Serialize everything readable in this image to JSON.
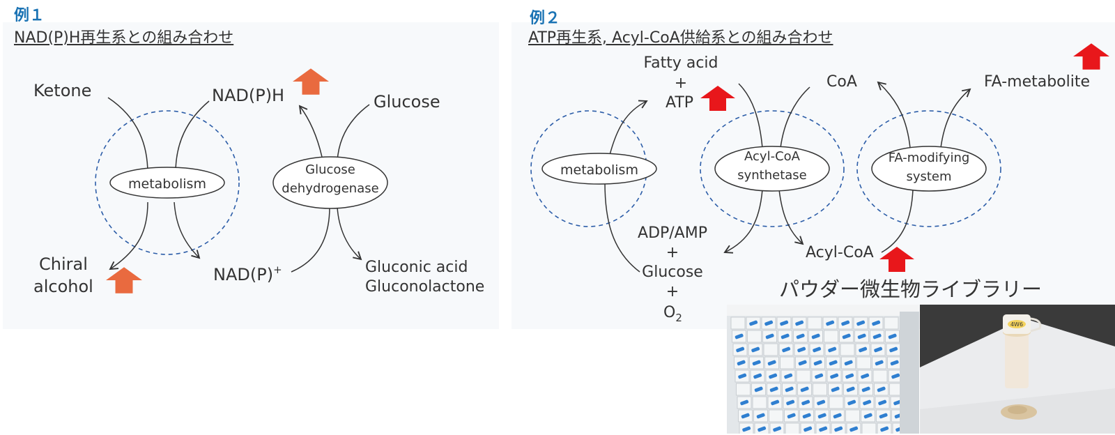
{
  "example1": {
    "label": "例１",
    "subtitle": "NAD(P)H再生系との組み合わせ",
    "ketone": "Ketone",
    "nadph": "NAD(P)H",
    "glucose": "Glucose",
    "metabolism": "metabolism",
    "enzyme_line1": "Glucose",
    "enzyme_line2": "dehydrogenase",
    "chiral_line1": "Chiral",
    "chiral_line2": "alcohol",
    "nadp_plus": "NAD(P)",
    "nadp_plus_sup": "+",
    "gluconic_line1": "Gluconic acid",
    "gluconic_line2": "Gluconolactone",
    "arrow_color": "#e96a3f"
  },
  "example2": {
    "label": "例２",
    "subtitle": "ATP再生系, Acyl-CoA供給系との組み合わせ",
    "fatty_acid": "Fatty acid",
    "plus": "+",
    "atp": "ATP",
    "coa": "CoA",
    "fa_metabolite": "FA-metabolite",
    "metabolism": "metabolism",
    "acylcoa_synthetase_line1": "Acyl-CoA",
    "acylcoa_synthetase_line2": "synthetase",
    "fa_modifying_line1": "FA-modifying",
    "fa_modifying_line2": "system",
    "adp_amp": "ADP/AMP",
    "glucose": "Glucose",
    "o2": "O",
    "o2_sub": "2",
    "acyl_coa": "Acyl-CoA",
    "arrow_color": "#e8171b"
  },
  "library": {
    "title": "パウダー微生物ライブラリー",
    "tube_label": "4W6"
  },
  "colors": {
    "accent_label": "#1b73b4",
    "dashed_circle": "#2c5da8",
    "panel_bg": "#f7f9fb"
  }
}
